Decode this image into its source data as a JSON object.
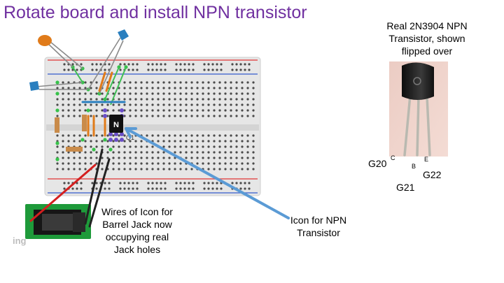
{
  "slide": {
    "title": "Rotate board and install NPN transistor",
    "photo_caption": [
      "Real 2N3904  NPN",
      "Transistor, shown",
      "flipped over"
    ],
    "pins": {
      "g20": "G20",
      "g21": "G21",
      "g22": "G22",
      "c": "C",
      "b": "B",
      "e": "E"
    },
    "jack_callout": [
      "Wires of Icon for",
      "Barrel Jack now",
      "occupying real",
      "Jack holes"
    ],
    "npn_callout": [
      "Icon for NPN",
      "Transistor"
    ],
    "transistor_icon_letter": "N",
    "part_label": "Q1",
    "watermark": "ing"
  },
  "colors": {
    "title": "#7030a0",
    "callout_arrow": "#5b9bd5",
    "board": "#e6e6e6",
    "rail_red": "#e05050",
    "rail_blue": "#5070d0",
    "pcb_green": "#1e9a3a",
    "capacitor_blue": "#2a7fbf",
    "capacitor_orange": "#e07b1a",
    "jumper_orange": "#e07b1a"
  }
}
